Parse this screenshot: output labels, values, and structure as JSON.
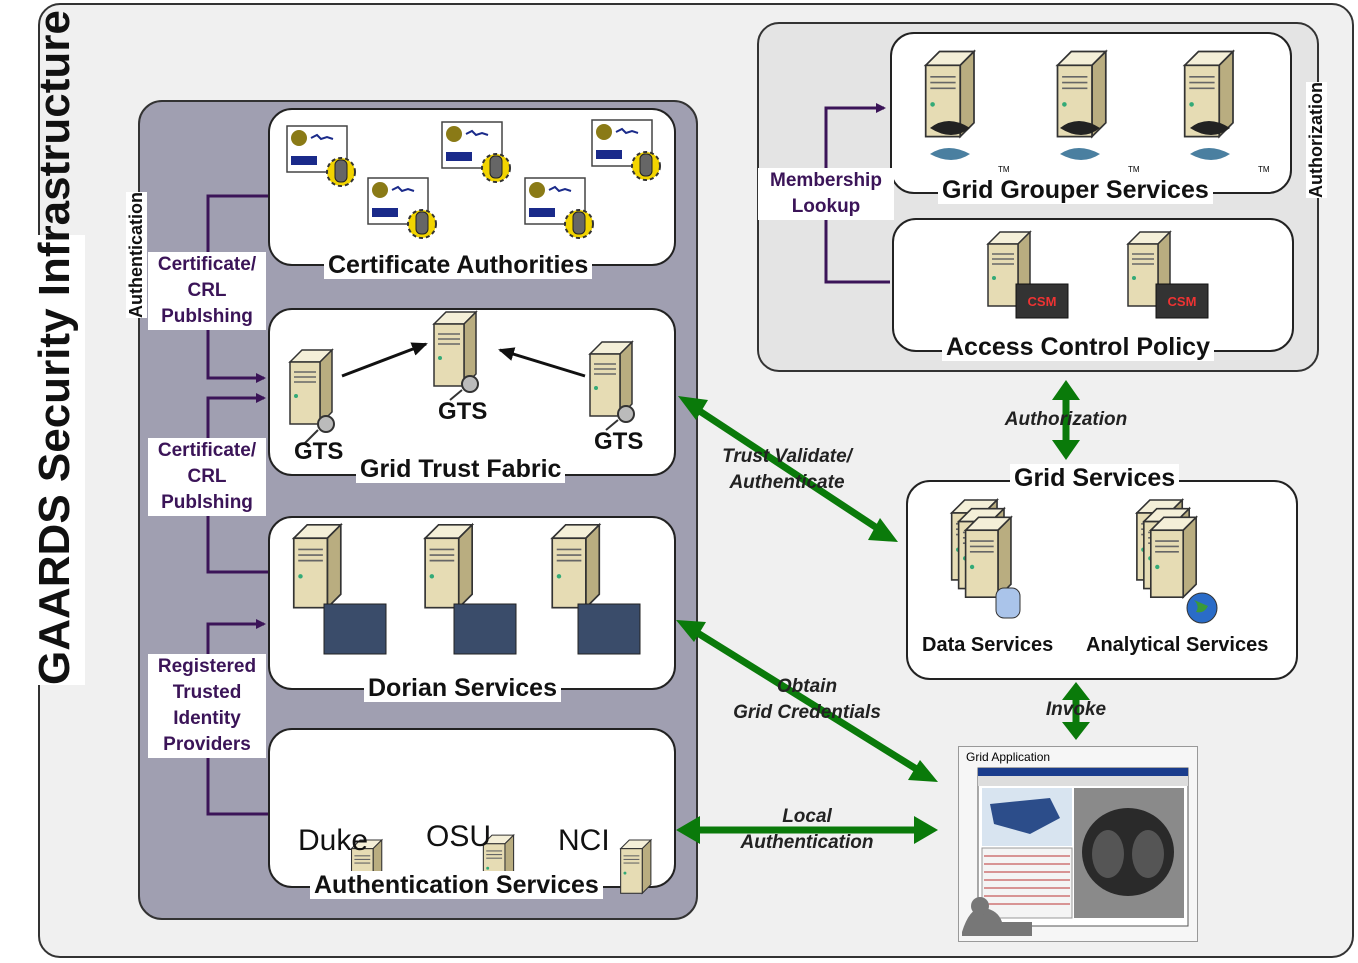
{
  "title": "GAARDS Security Infrastructure",
  "left": {
    "authentication_label": "Authentication",
    "cert_crl_1": [
      "Certificate/",
      "CRL",
      "Publshing"
    ],
    "cert_crl_2": [
      "Certificate/",
      "CRL",
      "Publshing"
    ],
    "registered": [
      "Registered",
      "Trusted",
      "Identity",
      "Providers"
    ],
    "ca_title": "Certificate Authorities",
    "gtf_title": "Grid Trust Fabric",
    "gts_labels": [
      "GTS",
      "GTS",
      "GTS"
    ],
    "dorian_title": "Dorian Services",
    "auth_services_title": "Authentication Services",
    "sites": [
      "Duke",
      "OSU",
      "NCI"
    ]
  },
  "right": {
    "authorization_label": "Authorization",
    "membership": [
      "Membership",
      "Lookup"
    ],
    "grouper_title": "Grid Grouper Services",
    "acp_title": "Access Control Policy",
    "authorization_arrow": "Authorization",
    "grid_services_title": "Grid Services",
    "data_services": "Data Services",
    "analytical_services": "Analytical Services",
    "invoke": "Invoke",
    "grid_app_title": "Grid Application",
    "tm": "TM",
    "csm_text": "CSM"
  },
  "arrows": {
    "trust_validate": [
      "Trust Validate/",
      "Authenticate"
    ],
    "obtain": [
      "Obtain",
      "Grid Credentials"
    ],
    "local_auth": [
      "Local",
      "Authentication"
    ]
  },
  "colors": {
    "outer_bg": "#f0f0f0",
    "left_panel": "#a09fb1",
    "purple_line": "#3b1458",
    "green_arrow": "#0a7a0a",
    "server": "#e6dcb4"
  }
}
